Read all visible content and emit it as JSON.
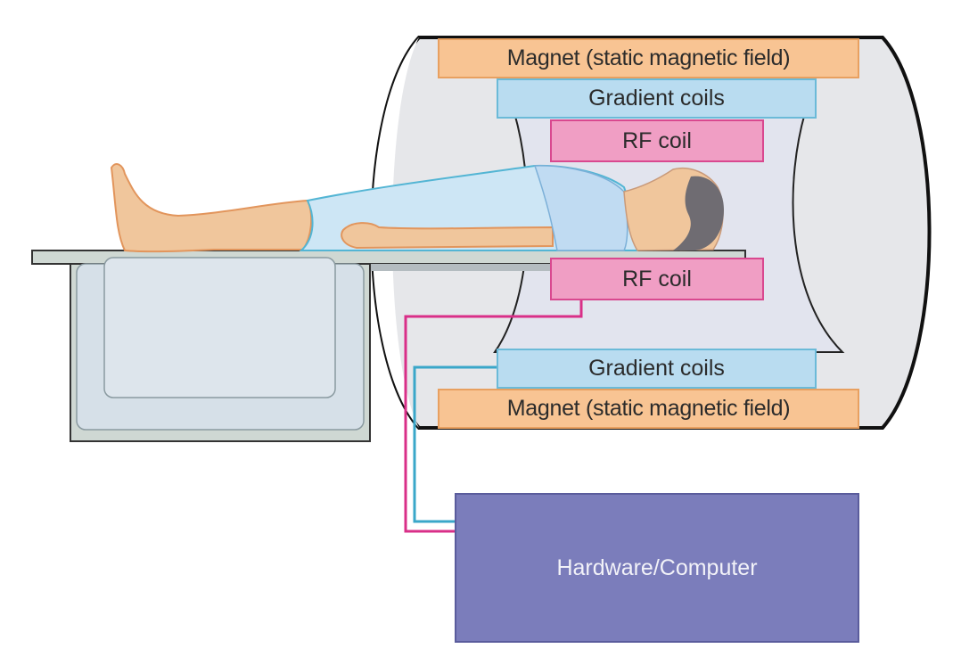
{
  "diagram": {
    "title": "MRI scanner components",
    "labels": {
      "magnet_top": "Magnet (static magnetic field)",
      "gradient_top": "Gradient coils",
      "rf_top": "RF coil",
      "rf_bottom": "RF coil",
      "gradient_bottom": "Gradient coils",
      "magnet_bottom": "Magnet (static magnetic field)",
      "hardware": "Hardware/Computer"
    },
    "colors": {
      "magnet_fill": "#f8c493",
      "gradient_fill": "#b9dcf0",
      "rf_fill": "#f09ec4",
      "hardware_fill": "#7b7dbb",
      "rf_wire": "#d92f88",
      "gradient_wire": "#3aa7c9",
      "skin": "#f0c69c",
      "gown": "#cde6f5",
      "table": "#cfd8d3"
    },
    "connections": [
      {
        "from": "RF coil",
        "to": "Hardware/Computer",
        "color": "#d92f88"
      },
      {
        "from": "Gradient coils",
        "to": "Hardware/Computer",
        "color": "#3aa7c9"
      }
    ]
  }
}
